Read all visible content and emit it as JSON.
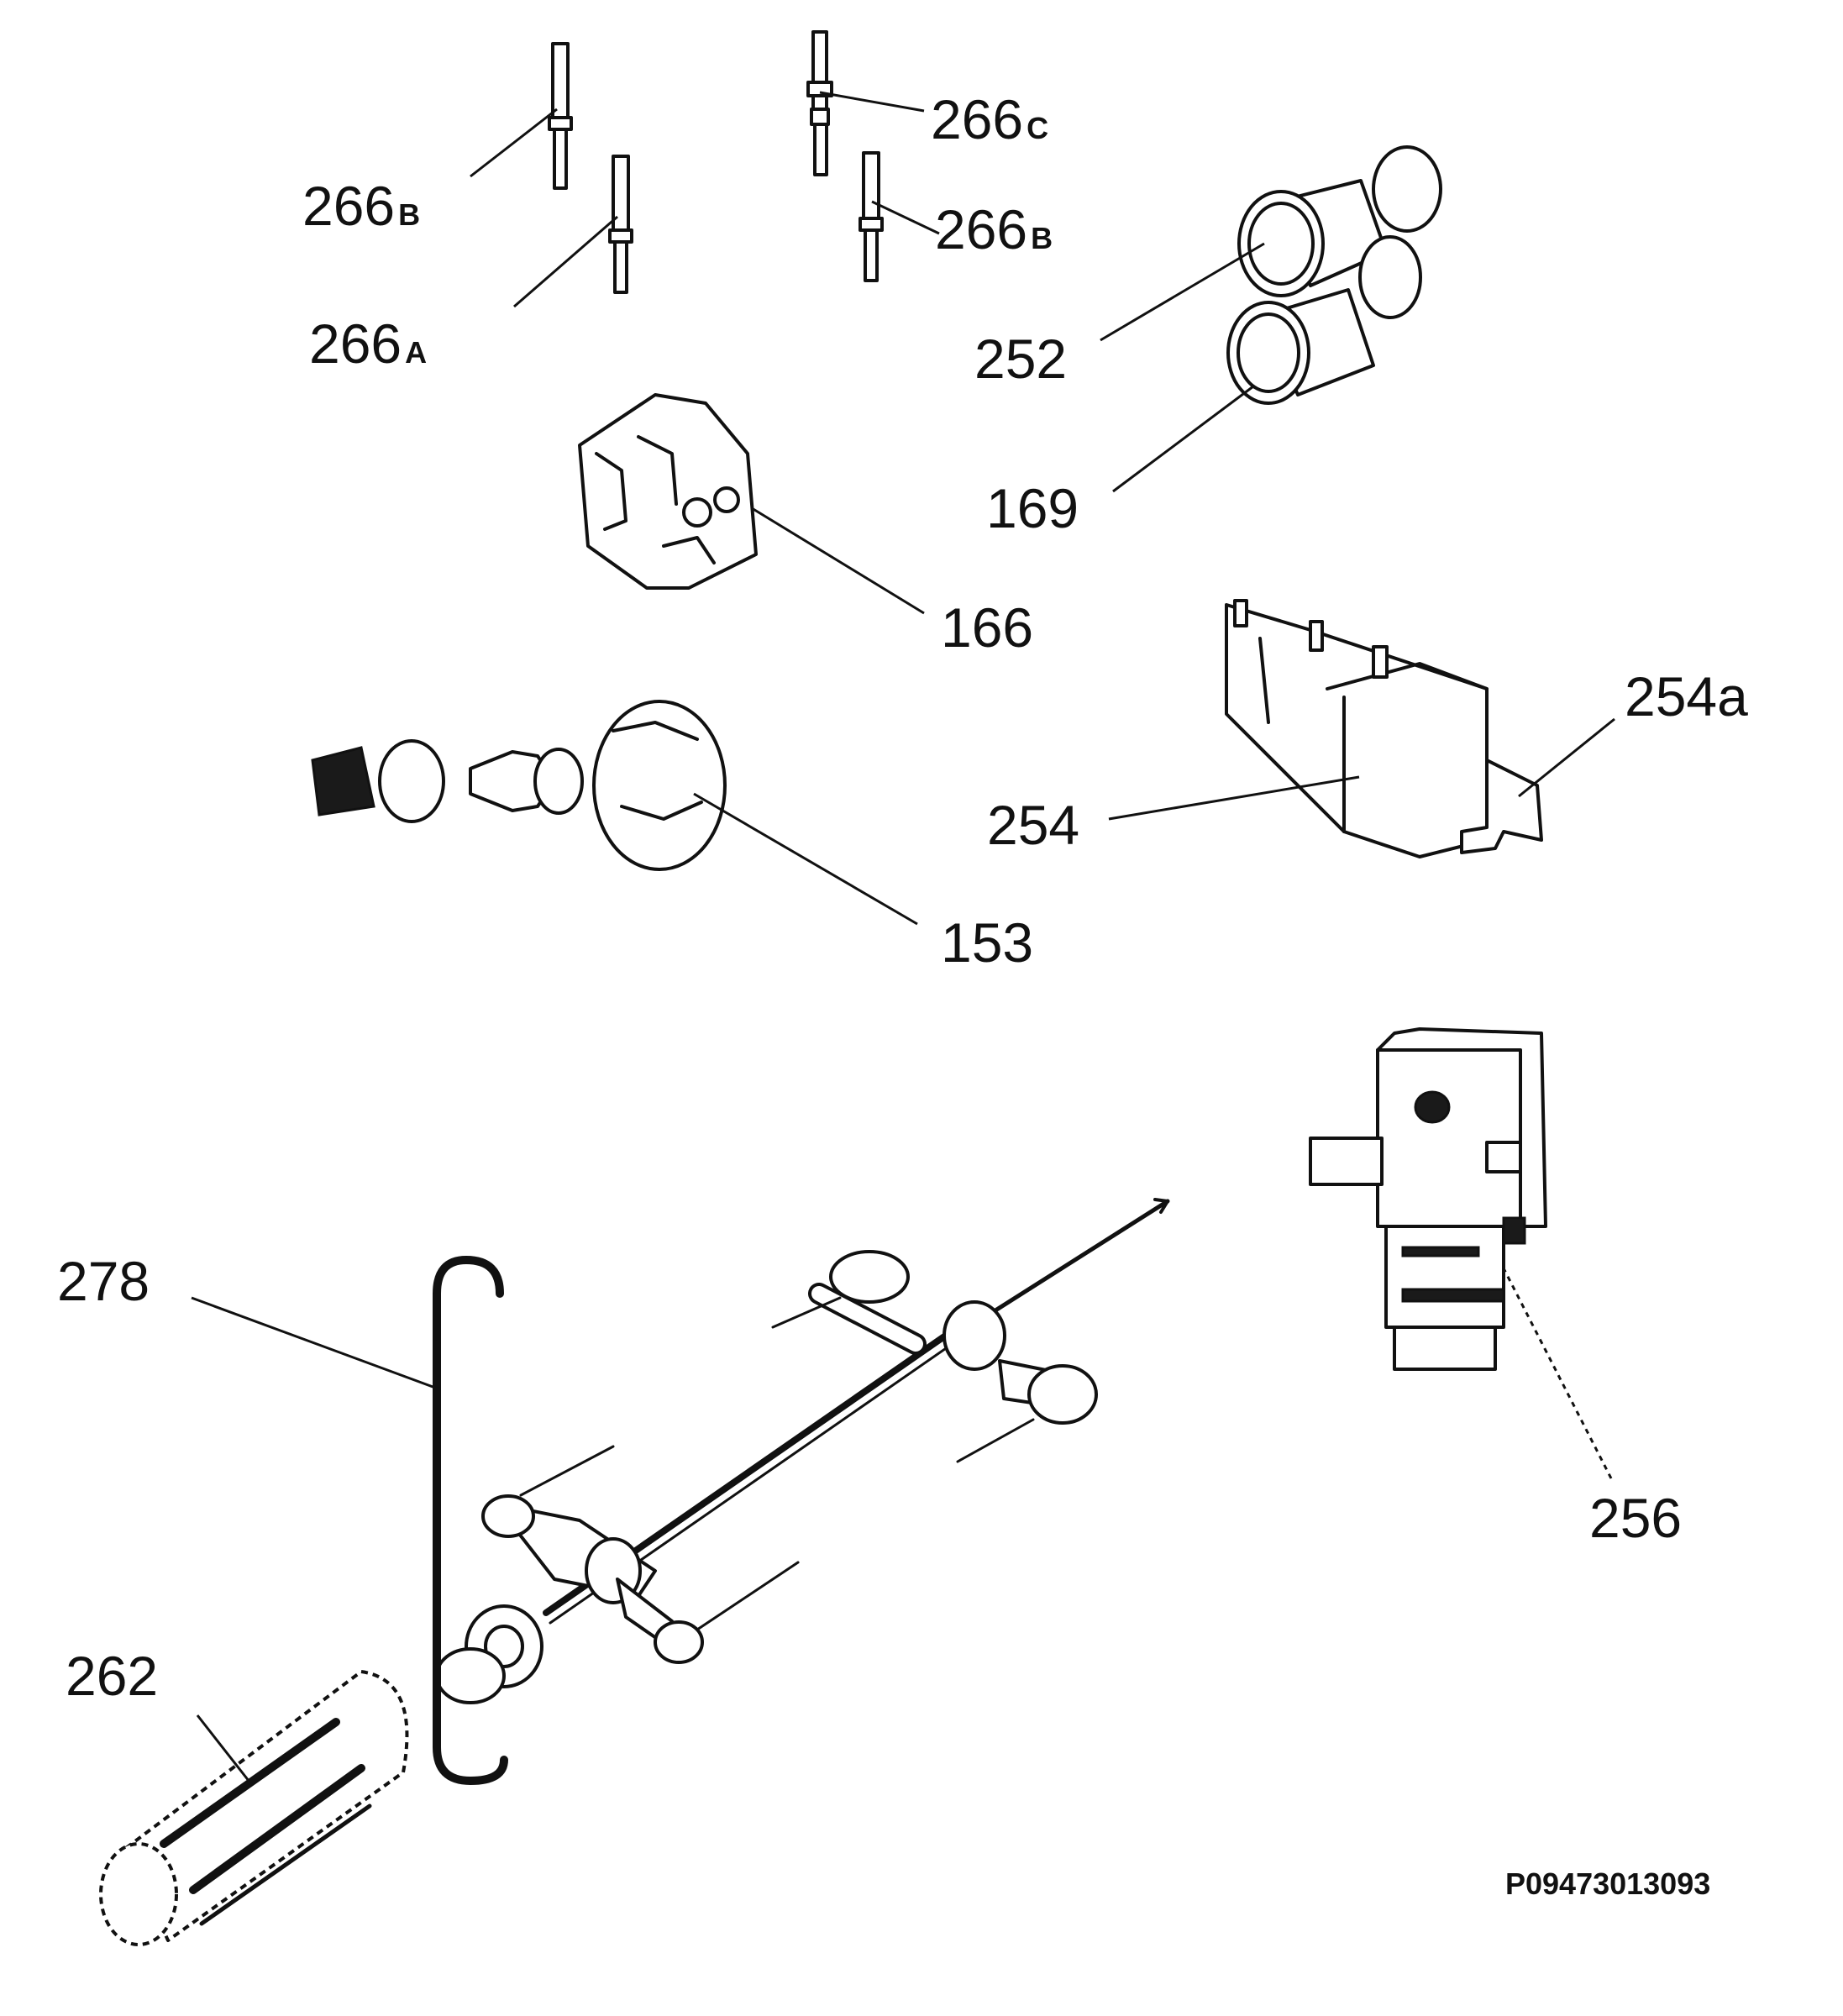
{
  "diagram": {
    "reference_code": "P09473013093",
    "callouts": [
      {
        "id": "266b-left",
        "number": "266",
        "suffix": "B"
      },
      {
        "id": "266c",
        "number": "266",
        "suffix": "C"
      },
      {
        "id": "266b-right",
        "number": "266",
        "suffix": "B"
      },
      {
        "id": "266a",
        "number": "266",
        "suffix": "A"
      },
      {
        "id": "252",
        "number": "252",
        "suffix": ""
      },
      {
        "id": "169",
        "number": "169",
        "suffix": ""
      },
      {
        "id": "166",
        "number": "166",
        "suffix": ""
      },
      {
        "id": "254a",
        "number": "254a",
        "suffix": ""
      },
      {
        "id": "254",
        "number": "254",
        "suffix": ""
      },
      {
        "id": "153",
        "number": "153",
        "suffix": ""
      },
      {
        "id": "278",
        "number": "278",
        "suffix": ""
      },
      {
        "id": "256",
        "number": "256",
        "suffix": ""
      },
      {
        "id": "262",
        "number": "262",
        "suffix": ""
      }
    ]
  }
}
